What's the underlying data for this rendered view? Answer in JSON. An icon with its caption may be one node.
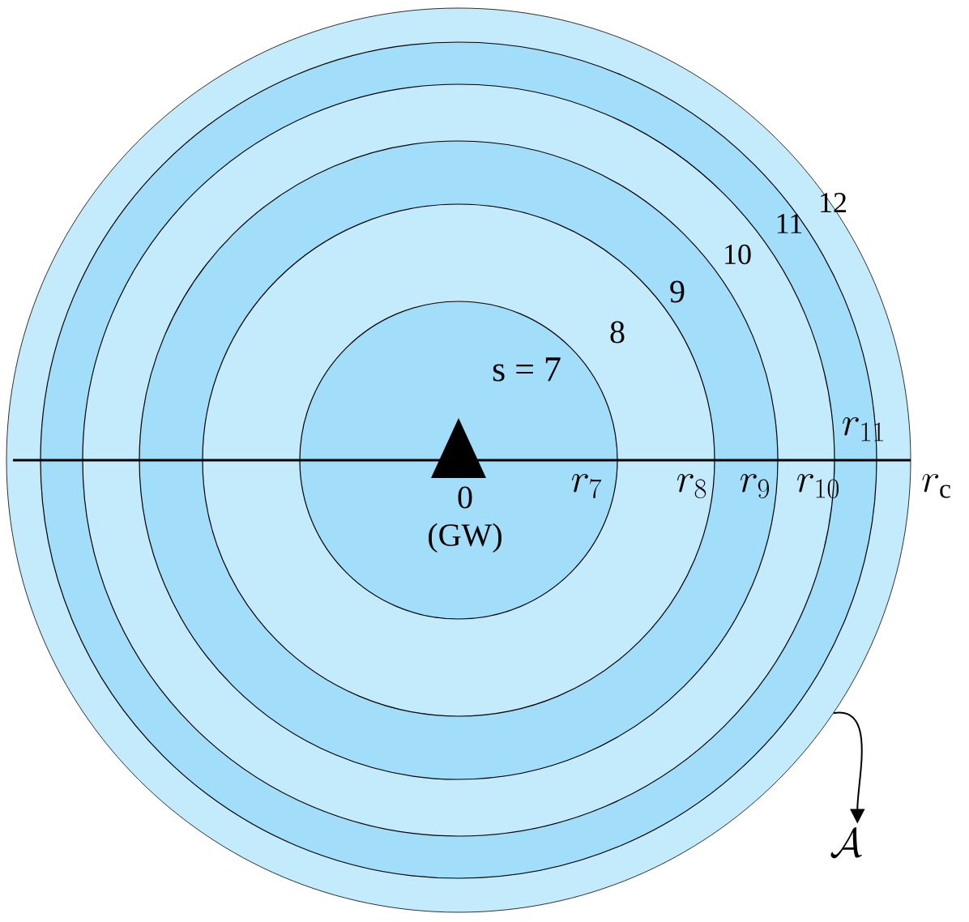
{
  "diagram": {
    "nodes": [
      {
        "text": [],
        "shape": "circle"
      },
      {
        "text": [
          "\\mathcal{A}"
        ]
      }
    ],
    "edges": [
      {
        "from": 0,
        "to": 1,
        "arrow": "to"
      }
    ],
    "labels": [
      "12",
      "11",
      "10",
      "9",
      "8",
      "s = 7",
      "r_{11}",
      "r_{7}",
      "r_{8}",
      "r_{9}",
      "r_{10}",
      "r_{\\mathrm{c}}",
      "0",
      "(GW)"
    ]
  }
}
